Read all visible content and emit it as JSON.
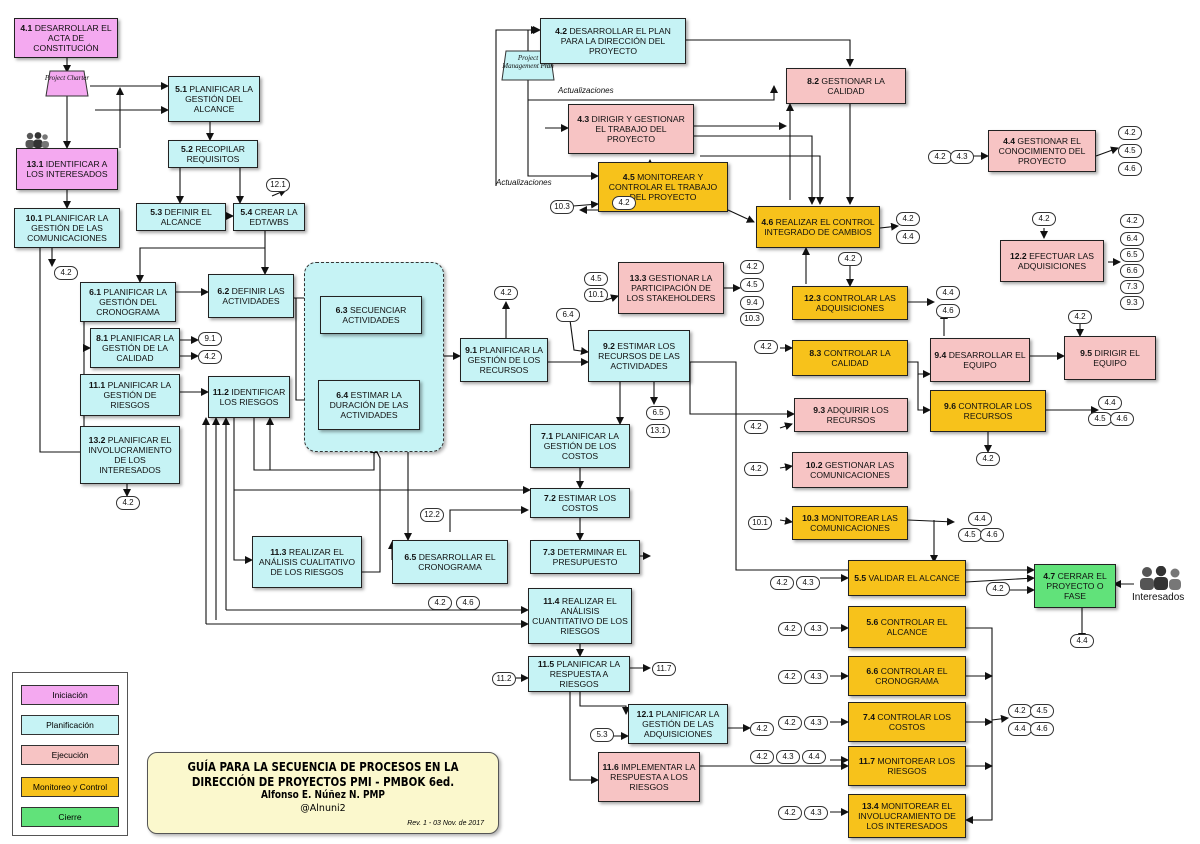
{
  "colors": {
    "iniciacion": "#f4a9f0",
    "planificacion": "#c6f3f5",
    "ejecucion": "#f7c4c4",
    "monitoreo": "#f7c21b",
    "cierre": "#61e27a"
  },
  "nodes": {
    "n41": {
      "num": "4.1",
      "text": "DESARROLLAR EL ACTA DE CONSTITUCIÓN"
    },
    "n51": {
      "num": "5.1",
      "text": "PLANIFICAR LA GESTIÓN DEL ALCANCE"
    },
    "n131": {
      "num": "13.1",
      "text": "IDENTIFICAR A LOS INTERESADOS"
    },
    "n52": {
      "num": "5.2",
      "text": "RECOPILAR REQUISITOS"
    },
    "n53": {
      "num": "5.3",
      "text": "DEFINIR EL ALCANCE"
    },
    "n54": {
      "num": "5.4",
      "text": "CREAR LA EDT/WBS"
    },
    "n101": {
      "num": "10.1",
      "text": "PLANIFICAR LA GESTIÓN DE LAS COMUNICACIONES"
    },
    "n61": {
      "num": "6.1",
      "text": "PLANIFICAR LA GESTIÓN DEL CRONOGRAMA"
    },
    "n62": {
      "num": "6.2",
      "text": "DEFINIR LAS ACTIVIDADES"
    },
    "n63": {
      "num": "6.3",
      "text": "SECUENCIAR ACTIVIDADES"
    },
    "n64": {
      "num": "6.4",
      "text": "ESTIMAR LA DURACIÓN DE LAS ACTIVIDADES"
    },
    "n81": {
      "num": "8.1",
      "text": "PLANIFICAR LA GESTIÓN DE LA CALIDAD"
    },
    "n111": {
      "num": "11.1",
      "text": "PLANIFICAR LA GESTIÓN DE RIESGOS"
    },
    "n112": {
      "num": "11.2",
      "text": "IDENTIFICAR LOS RIESGOS"
    },
    "n132": {
      "num": "13.2",
      "text": "PLANIFICAR EL INVOLUCRAMIENTO DE LOS INTERESADOS"
    },
    "n42": {
      "num": "4.2",
      "text": "DESARROLLAR EL PLAN PARA LA DIRECCIÓN DEL PROYECTO"
    },
    "n43": {
      "num": "4.3",
      "text": "DIRIGIR Y GESTIONAR EL TRABAJO DEL PROYECTO"
    },
    "n45": {
      "num": "4.5",
      "text": "MONITOREAR Y CONTROLAR EL TRABAJO DEL PROYECTO"
    },
    "n82": {
      "num": "8.2",
      "text": "GESTIONAR LA CALIDAD"
    },
    "n46": {
      "num": "4.6",
      "text": "REALIZAR EL CONTROL INTEGRADO DE CAMBIOS"
    },
    "n44": {
      "num": "4.4",
      "text": "GESTIONAR EL CONOCIMIENTO DEL PROYECTO"
    },
    "n122": {
      "num": "12.2",
      "text": "EFECTUAR LAS ADQUISICIONES"
    },
    "n133": {
      "num": "13.3",
      "text": "GESTIONAR LA PARTICIPACIÓN DE LOS STAKEHOLDERS"
    },
    "n123": {
      "num": "12.3",
      "text": "CONTROLAR LAS ADQUISICIONES"
    },
    "n91": {
      "num": "9.1",
      "text": "PLANIFICAR LA GESTIÓN DE LOS RECURSOS"
    },
    "n92": {
      "num": "9.2",
      "text": "ESTIMAR LOS RECURSOS DE LAS ACTIVIDADES"
    },
    "n83": {
      "num": "8.3",
      "text": "CONTROLAR LA CALIDAD"
    },
    "n94": {
      "num": "9.4",
      "text": "DESARROLLAR EL EQUIPO"
    },
    "n95": {
      "num": "9.5",
      "text": "DIRIGIR EL EQUIPO"
    },
    "n93": {
      "num": "9.3",
      "text": "ADQUIRIR LOS RECURSOS"
    },
    "n96": {
      "num": "9.6",
      "text": "CONTROLAR LOS RECURSOS"
    },
    "n71": {
      "num": "7.1",
      "text": "PLANIFICAR LA GESTIÓN DE LOS COSTOS"
    },
    "n72": {
      "num": "7.2",
      "text": "ESTIMAR LOS COSTOS"
    },
    "n73": {
      "num": "7.3",
      "text": "DETERMINAR EL PRESUPUESTO"
    },
    "n102": {
      "num": "10.2",
      "text": "GESTIONAR LAS COMUNICACIONES"
    },
    "n103": {
      "num": "10.3",
      "text": "MONITOREAR LAS COMUNICACIONES"
    },
    "n113": {
      "num": "11.3",
      "text": "REALIZAR EL ANÁLISIS CUALITATIVO DE LOS RIESGOS"
    },
    "n65": {
      "num": "6.5",
      "text": "DESARROLLAR EL CRONOGRAMA"
    },
    "n114": {
      "num": "11.4",
      "text": "REALIZAR EL ANÁLISIS CUANTITATIVO DE LOS RIESGOS"
    },
    "n55": {
      "num": "5.5",
      "text": "VALIDAR EL ALCANCE"
    },
    "n47": {
      "num": "4.7",
      "text": "CERRAR EL PROYECTO O FASE"
    },
    "n56": {
      "num": "5.6",
      "text": "CONTROLAR EL ALCANCE"
    },
    "n115": {
      "num": "11.5",
      "text": "PLANIFICAR LA RESPUESTA A RIESGOS"
    },
    "n66": {
      "num": "6.6",
      "text": "CONTROLAR EL CRONOGRAMA"
    },
    "n121": {
      "num": "12.1",
      "text": "PLANIFICAR LA GESTIÓN DE LAS ADQUISICIONES"
    },
    "n74": {
      "num": "7.4",
      "text": "CONTROLAR LOS COSTOS"
    },
    "n116": {
      "num": "11.6",
      "text": "IMPLEMENTAR LA RESPUESTA A LOS RIESGOS"
    },
    "n117": {
      "num": "11.7",
      "text": "MONITOREAR LOS RIESGOS"
    },
    "n134": {
      "num": "13.4",
      "text": "MONITOREAR EL INVOLUCRAMIENTO DE LOS INTERESADOS"
    }
  },
  "refs": [
    "12.1",
    "4.2",
    "9.1",
    "4.2",
    "4.2",
    "4.2",
    "4.2",
    "4.3",
    "4.2",
    "4.5",
    "4.6",
    "4.2",
    "4.4",
    "4.2",
    "4.2",
    "6.4",
    "6.5",
    "6.6",
    "7.3",
    "9.3",
    "4.5",
    "10.1",
    "4.2",
    "4.5",
    "9.4",
    "10.3",
    "4.2",
    "6.4",
    "4.4",
    "4.6",
    "4.2",
    "4.2",
    "4.2",
    "6.5",
    "13.1",
    "4.2",
    "4.4",
    "4.5",
    "4.6",
    "4.2",
    "4.2",
    "10.1",
    "4.4",
    "4.5",
    "4.6",
    "12.2",
    "4.2",
    "4.6",
    "4.2",
    "4.3",
    "4.2",
    "4.4",
    "4.2",
    "4.3",
    "11.2",
    "11.7",
    "4.2",
    "4.3",
    "5.3",
    "4.2",
    "4.2",
    "4.3",
    "4.2",
    "4.5",
    "4.4",
    "4.6",
    "4.2",
    "4.3",
    "4.4",
    "4.2",
    "4.3",
    "10.3"
  ],
  "doc_project_charter": "Project Charter",
  "doc_pm_plan": "Project Management Plan",
  "label_actualizaciones": "Actualizaciones",
  "label_interesados": "Interesados",
  "legend": [
    "Iniciación",
    "Planificación",
    "Ejecución",
    "Monitoreo y Control",
    "Cierre"
  ],
  "title": {
    "line1": "GUÍA PARA LA SECUENCIA DE PROCESOS EN LA",
    "line2": "DIRECCIÓN DE PROYECTOS PMI - PMBOK 6ed.",
    "author": "Alfonso E. Núñez N. PMP",
    "handle": "@Alnuni2",
    "rev": "Rev. 1 - 03 Nov. de 2017"
  }
}
